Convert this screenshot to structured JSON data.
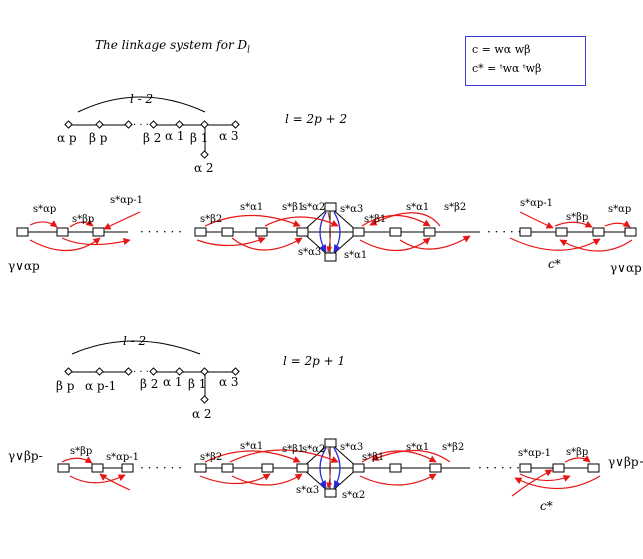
{
  "title": "The linkage system for D",
  "title_sub": "l",
  "formulas": {
    "c_line": "c  =  wα wβ",
    "cstar_line": "c* = ᵗwα ᵗwβ"
  },
  "case1": {
    "label": "l = 2p + 2",
    "span_label": "l - 2",
    "dynkin_labels": [
      "α p",
      "β p",
      "β 2",
      "α 1",
      "β 1",
      "α 3",
      "α 2"
    ],
    "top_labels": [
      "s*αp",
      "s*βp",
      "s*αp-1",
      "s*β2",
      "s*α1",
      "s*β1",
      "s*α2",
      "s*α3",
      "s*β1",
      "s*α1",
      "s*β2",
      "s*αp-1",
      "s*βp",
      "s*αp"
    ],
    "bottom_labels": [
      "s*α3",
      "s*α1"
    ],
    "left_gamma": "γ∨αp",
    "right_gamma": "γ∨αp+",
    "cstar": "c*"
  },
  "case2": {
    "label": "l = 2p + 1",
    "span_label": "l - 2",
    "dynkin_labels": [
      "β p",
      "α p-1",
      "β 2",
      "α 1",
      "β 1",
      "α 3",
      "α 2"
    ],
    "top_labels": [
      "s*βp",
      "s*αp-1",
      "s*β2",
      "s*α1",
      "s*β1",
      "s*α2",
      "s*α3",
      "s*β1",
      "s*α1",
      "s*β2",
      "s*αp-1",
      "s*βp"
    ],
    "bottom_labels": [
      "s*α3",
      "s*α2"
    ],
    "left_gamma": "γ∨βp-",
    "right_gamma": "γ∨βp+",
    "cstar": "c*"
  },
  "colors": {
    "arrow": "#e81515",
    "blue": "#2a2ad0",
    "node": "#000000"
  }
}
